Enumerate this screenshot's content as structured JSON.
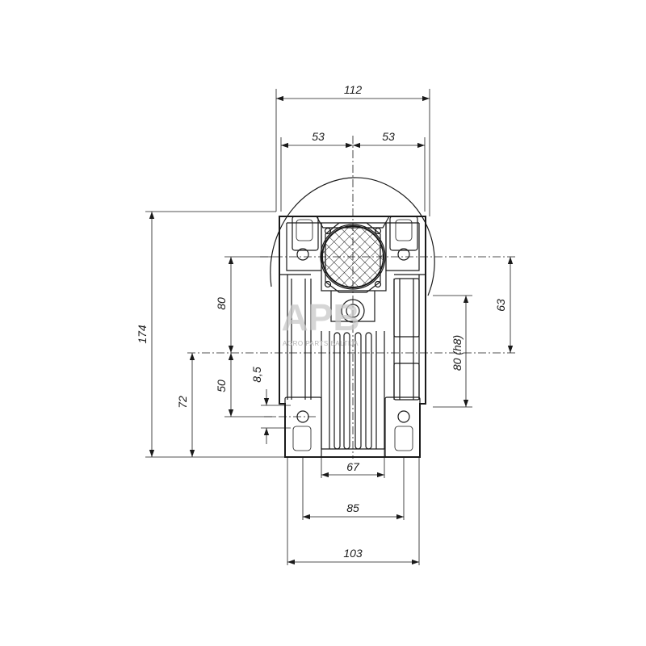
{
  "drawing": {
    "subject": "worm gearbox housing with dimensions",
    "units": "mm",
    "dimensions": {
      "overall_width": "112",
      "half_left": "53",
      "half_right": "53",
      "overall_height": "174",
      "height_72": "72",
      "height_80_left": "80",
      "height_50": "50",
      "height_8_5": "8,5",
      "shaft_dia": "80 (h8)",
      "height_63": "63",
      "base_67": "67",
      "base_85": "85",
      "base_103": "103"
    }
  },
  "watermark": {
    "logo": "APB",
    "tagline": "AGRO PARTS BALTIJA"
  }
}
